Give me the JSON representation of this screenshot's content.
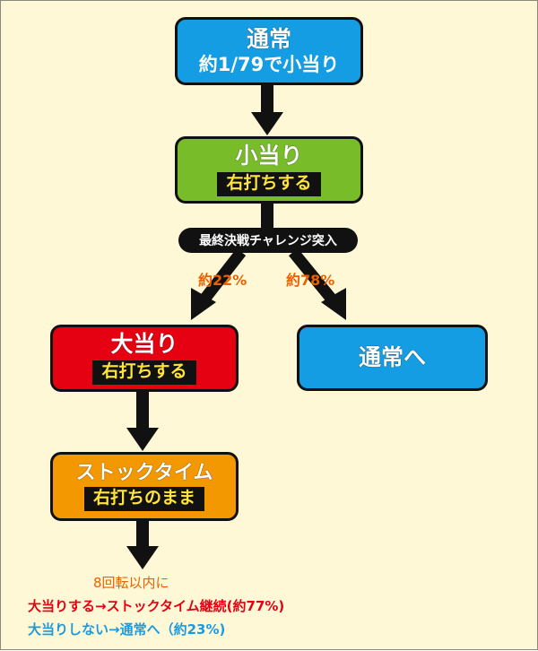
{
  "colors": {
    "background": "#FFF8D6",
    "blue": "#149DE2",
    "green": "#78BC2A",
    "red": "#E50012",
    "orange": "#F39800",
    "tag_text": "#FFE53B",
    "prob_orange": "#EB6100",
    "text_red": "#E50012",
    "text_blue": "#1A9BE0",
    "arrow": "#111111"
  },
  "nodes": {
    "normal": {
      "title": "通常",
      "sub": "約1/79で小当り"
    },
    "small_hit": {
      "title": "小当り",
      "tag": "右打ちする"
    },
    "challenge": {
      "label": "最終決戦チャレンジ突入"
    },
    "big_hit": {
      "title": "大当り",
      "tag": "右打ちする"
    },
    "to_normal": {
      "title": "通常へ"
    },
    "stock_time": {
      "title": "ストックタイム",
      "tag": "右打ちのまま"
    }
  },
  "edges": {
    "left_prob": "約22%",
    "right_prob": "約78%"
  },
  "footer": {
    "line1": "8回転以内に",
    "line2": "大当りする→ストックタイム継続(約77%)",
    "line3": "大当りしない→通常へ（約23%)"
  }
}
